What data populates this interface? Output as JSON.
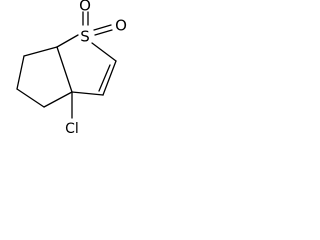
{
  "structure": {
    "atoms": {
      "sulfur": "S",
      "oxygen_top": "O",
      "oxygen_right": "O",
      "chlorine": "Cl"
    },
    "colors": {
      "bond": "#000000",
      "background": "#ffffff"
    }
  }
}
